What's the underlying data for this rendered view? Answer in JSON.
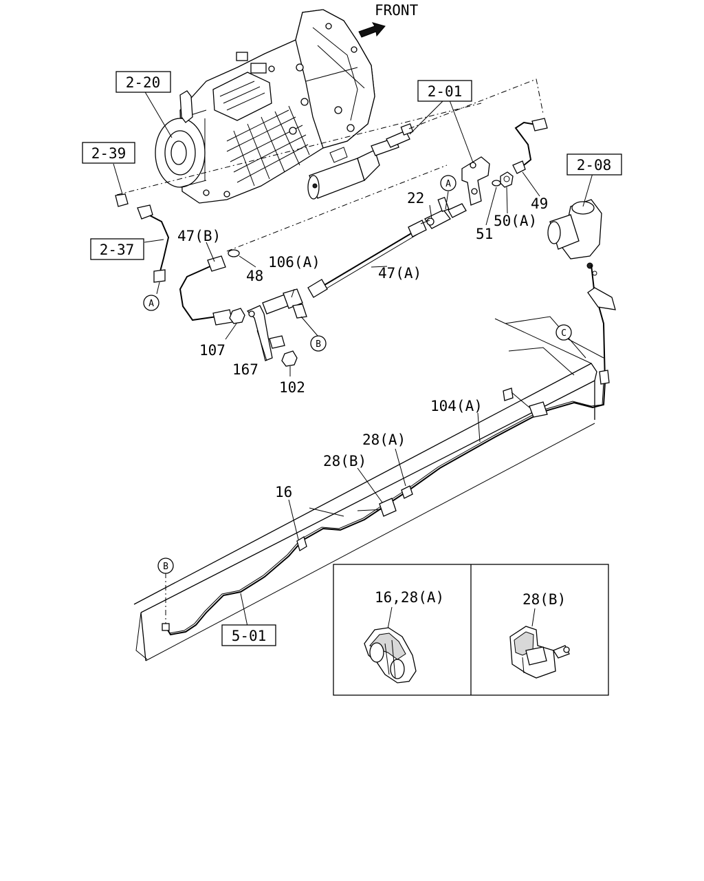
{
  "header": {
    "direction_label": "FRONT"
  },
  "boxed_refs": {
    "ref_2_20": "2-20",
    "ref_2_39": "2-39",
    "ref_2_37": "2-37",
    "ref_2_01": "2-01",
    "ref_2_08": "2-08",
    "ref_5_01": "5-01"
  },
  "part_labels": {
    "p22": "22",
    "p47b": "47(B)",
    "p48": "48",
    "p106a": "106(A)",
    "p47a": "47(A)",
    "p51": "51",
    "p50a": "50(A)",
    "p49": "49",
    "p107": "107",
    "p167": "167",
    "p102": "102",
    "p104a": "104(A)",
    "p28a": "28(A)",
    "p28b": "28(B)",
    "p16": "16"
  },
  "connection_markers": {
    "a_left": "A",
    "a_right": "A",
    "b_center": "B",
    "b_rail": "B",
    "c_rail": "C"
  },
  "inset": {
    "left_caption": "16,28(A)",
    "right_caption": "28(B)"
  }
}
